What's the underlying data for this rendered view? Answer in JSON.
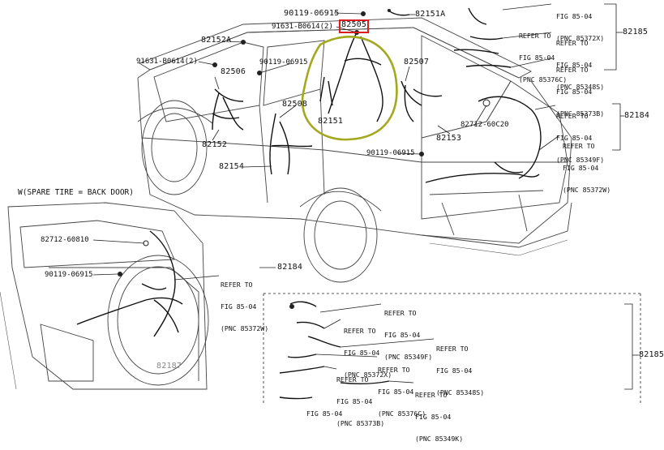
{
  "colors": {
    "highlight_box": "#d81e1e",
    "circle_annotation": "#a3a81e",
    "ink": "#111111"
  },
  "labels": {
    "p_90119_06915_top": "90119-06915",
    "p_82151a": "82151A",
    "p_91631_b0614_2_top": "91631-B0614(2)",
    "p_82505": "82505",
    "p_82152a": "82152A",
    "p_91631_b0614_2_left": "91631-B0614(2)",
    "p_90119_06915_mid": "90119-06915",
    "p_82506": "82506",
    "p_82507": "82507",
    "p_82508": "82508",
    "p_82151": "82151",
    "p_82152": "82152",
    "p_82154": "82154",
    "p_82153": "82153",
    "p_82712_60c20": "82712-60C20",
    "p_90119_06915_right": "90119-06915",
    "p_82185_top": "82185",
    "p_82184_top": "82184",
    "p_82712_60810": "82712-60810",
    "p_90119_06915_inset": "90119-06915",
    "p_82184_inset": "82184",
    "p_82185_bottom": "82185",
    "p_82187": "82187"
  },
  "section_title": "W(SPARE TIRE = BACK DOOR)",
  "refs": {
    "r1": [
      "FIG 85-04",
      "(PNC 85372X)"
    ],
    "r2": [
      "REFER TO",
      "FIG 85-04",
      "(PNC 85376C)"
    ],
    "r3": [
      "REFER TO",
      "FIG 85-04",
      "(PNC 85348S)"
    ],
    "r4": [
      "REFER TO",
      "FIG 85-04",
      "(PNC 85373B)"
    ],
    "r5": [
      "REFER TO",
      "FIG 85-04",
      "(PNC 85349F)"
    ],
    "r6": [
      "REFER TO",
      "FIG 85-04",
      "(PNC 85372W)"
    ],
    "r7": [
      "REFER TO",
      "FIG 85-04",
      "(PNC 85372W)"
    ],
    "r8": [
      "REFER TO",
      "FIG 85-04",
      "(PNC 85349F)"
    ],
    "r9": [
      "REFER TO",
      "FIG 85-04",
      "(PNC 85372X)"
    ],
    "r10": [
      "REFER TO",
      "FIG 85-04",
      "(PNC 85348S)"
    ],
    "r11": [
      "REFER TO",
      "FIG 85-04",
      "(PNC 85376C)"
    ],
    "r12": [
      "REFER TO",
      "FIG 85-04",
      "(PNC 85373B)"
    ],
    "r13": [
      "REFER TO",
      "FIG 85-04",
      "(PNC 85349K)"
    ],
    "r14": [
      "FIG 85-04"
    ]
  }
}
